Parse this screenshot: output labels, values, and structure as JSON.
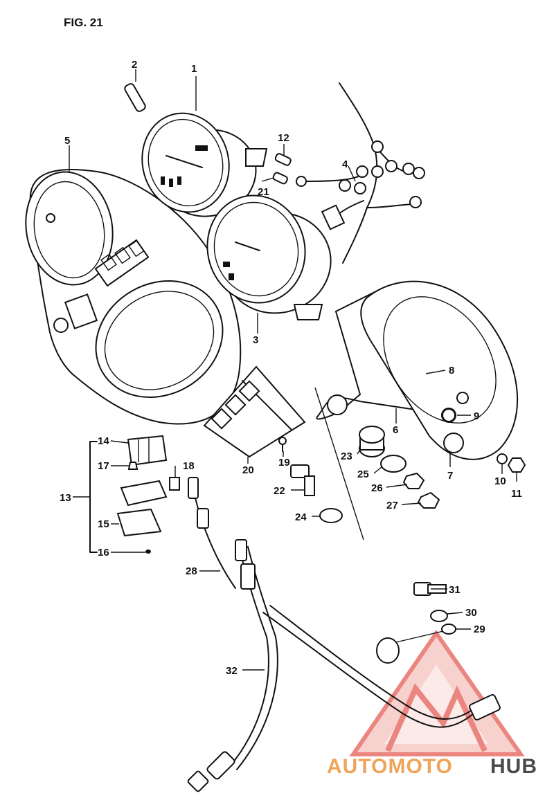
{
  "figure_title": "FIG. 21",
  "callouts": {
    "c1": "1",
    "c2": "2",
    "c3": "3",
    "c4": "4",
    "c5": "5",
    "c6": "6",
    "c7": "7",
    "c8": "8",
    "c9": "9",
    "c10": "10",
    "c11": "11",
    "c12": "12",
    "c13": "13",
    "c14": "14",
    "c15": "15",
    "c16": "16",
    "c17": "17",
    "c18": "18",
    "c19": "19",
    "c20": "20",
    "c21": "21",
    "c22": "22",
    "c23": "23",
    "c24": "24",
    "c25": "25",
    "c26": "26",
    "c27": "27",
    "c28": "28",
    "c29": "29",
    "c30": "30",
    "c31": "31",
    "c32": "32"
  },
  "watermark": {
    "part1": "AUTOMOTO",
    "part2": "HUB",
    "colors": {
      "logo_fill": "#f2b5b0",
      "logo_stroke": "#e8706a",
      "text_orange": "#f0a35a",
      "text_gray": "#4a4a4a"
    }
  }
}
